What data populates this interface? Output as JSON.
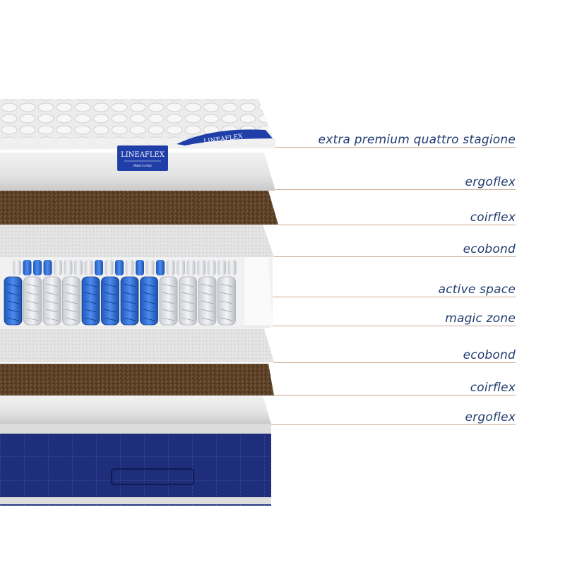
{
  "brand": {
    "logo_text": "LINEAFLEX",
    "logo_subtext": "Made in Italy",
    "tag_text": "LINEAFLEX"
  },
  "layers": [
    {
      "id": "top-cover",
      "label": "extra premium quattro stagione"
    },
    {
      "id": "ergoflex-top",
      "label": "ergoflex"
    },
    {
      "id": "coirflex-top",
      "label": "coirflex"
    },
    {
      "id": "ecobond-top",
      "label": "ecobond"
    },
    {
      "id": "active-space",
      "label": "active space"
    },
    {
      "id": "magic-zone",
      "label": "magic zone"
    },
    {
      "id": "ecobond-bottom",
      "label": "ecobond"
    },
    {
      "id": "coirflex-bottom",
      "label": "coirflex"
    },
    {
      "id": "ergoflex-bottom",
      "label": "ergoflex"
    }
  ],
  "colors": {
    "label_text": "#1f3b6e",
    "leader_line": "#c9ab94",
    "foam": "#e6e6e6",
    "coir": "#5e4228",
    "spring_blue": "#2f6fd6",
    "spring_white": "#e4e6ea",
    "base_navy": "#1e2d78"
  }
}
